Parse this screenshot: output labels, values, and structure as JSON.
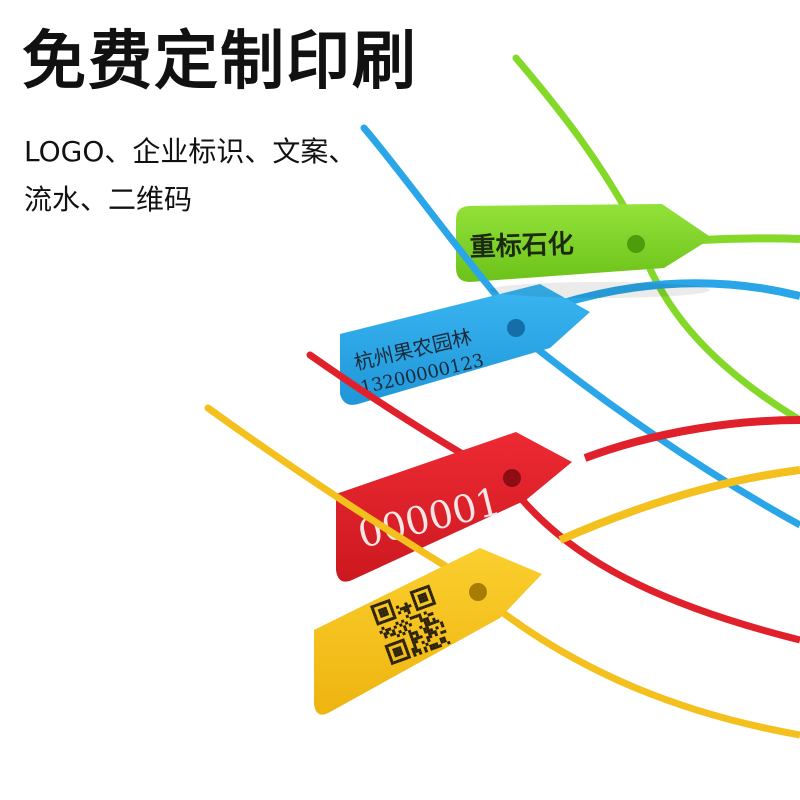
{
  "headline": "免费定制印刷",
  "subtitle_line1": "LOGO、企业标识、文案、",
  "subtitle_line2": "流水、二维码",
  "tags": {
    "green": {
      "text": "重标石化",
      "color": "#7ed321"
    },
    "blue": {
      "line1": "杭州果农园林",
      "line2": "13200000123",
      "color": "#2aa6e8"
    },
    "red": {
      "text": "000001",
      "color": "#e0212b"
    },
    "yellow": {
      "color": "#f4c01d"
    }
  },
  "icons": {
    "qr": "qr-code-icon"
  }
}
